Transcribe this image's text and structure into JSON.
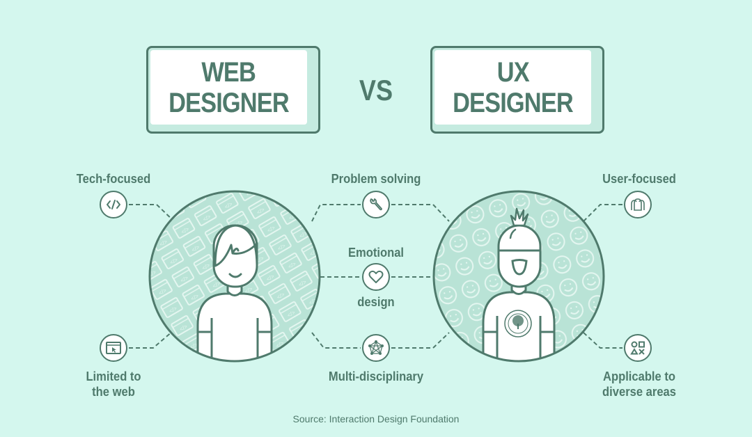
{
  "header": {
    "left_title_line1": "WEB",
    "left_title_line2": "DESIGNER",
    "vs": "VS",
    "right_title_line1": "UX",
    "right_title_line2": "DESIGNER"
  },
  "web_designer": {
    "traits": [
      {
        "label": "Tech-focused",
        "icon": "code-icon"
      },
      {
        "label_line1": "Limited to",
        "label_line2": "the web",
        "icon": "browser-cursor-icon"
      }
    ],
    "background_pattern": "code-window-icon"
  },
  "shared": {
    "traits": [
      {
        "label": "Problem solving",
        "icon": "wrench-icon"
      },
      {
        "label_line1": "Emotional",
        "label_line2": "design",
        "icon": "heart-icon"
      },
      {
        "label": "Multi-disciplinary",
        "icon": "network-icon"
      }
    ]
  },
  "ux_designer": {
    "traits": [
      {
        "label": "User-focused",
        "icon": "users-icon"
      },
      {
        "label_line1": "Applicable to",
        "label_line2": "diverse areas",
        "icon": "shapes-icon"
      }
    ],
    "background_pattern": "smiley-icon"
  },
  "footer": {
    "source": "Source: Interaction Design Foundation"
  },
  "colors": {
    "background": "#d4f7ee",
    "primary": "#4f7a6c",
    "circle_fill": "#b9e3d6",
    "box_shadow": "#c5ebe0"
  }
}
